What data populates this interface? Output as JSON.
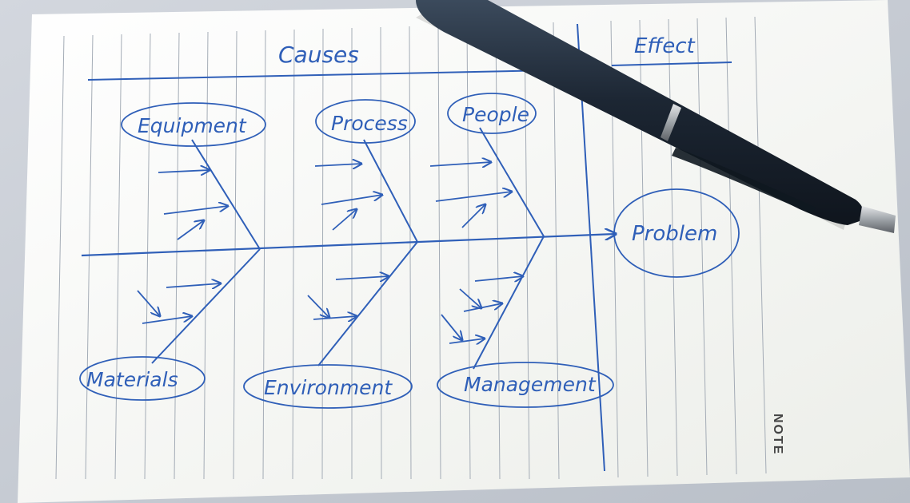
{
  "diagram": {
    "header_causes": "Causes",
    "header_effect": "Effect",
    "effect_box": "Problem",
    "categories_top": [
      "Equipment",
      "Process",
      "People"
    ],
    "categories_bottom": [
      "Materials",
      "Environment",
      "Management"
    ]
  },
  "paper": {
    "imprint": "NOTE"
  },
  "colors": {
    "ink": "#2f5fb8",
    "paper": "#f6f7f3",
    "rule_line": "#9aa3ad",
    "background": "#c9ced6",
    "pen_body": "#1f2b3a"
  },
  "objects": {
    "pen": "ballpoint-pen"
  }
}
